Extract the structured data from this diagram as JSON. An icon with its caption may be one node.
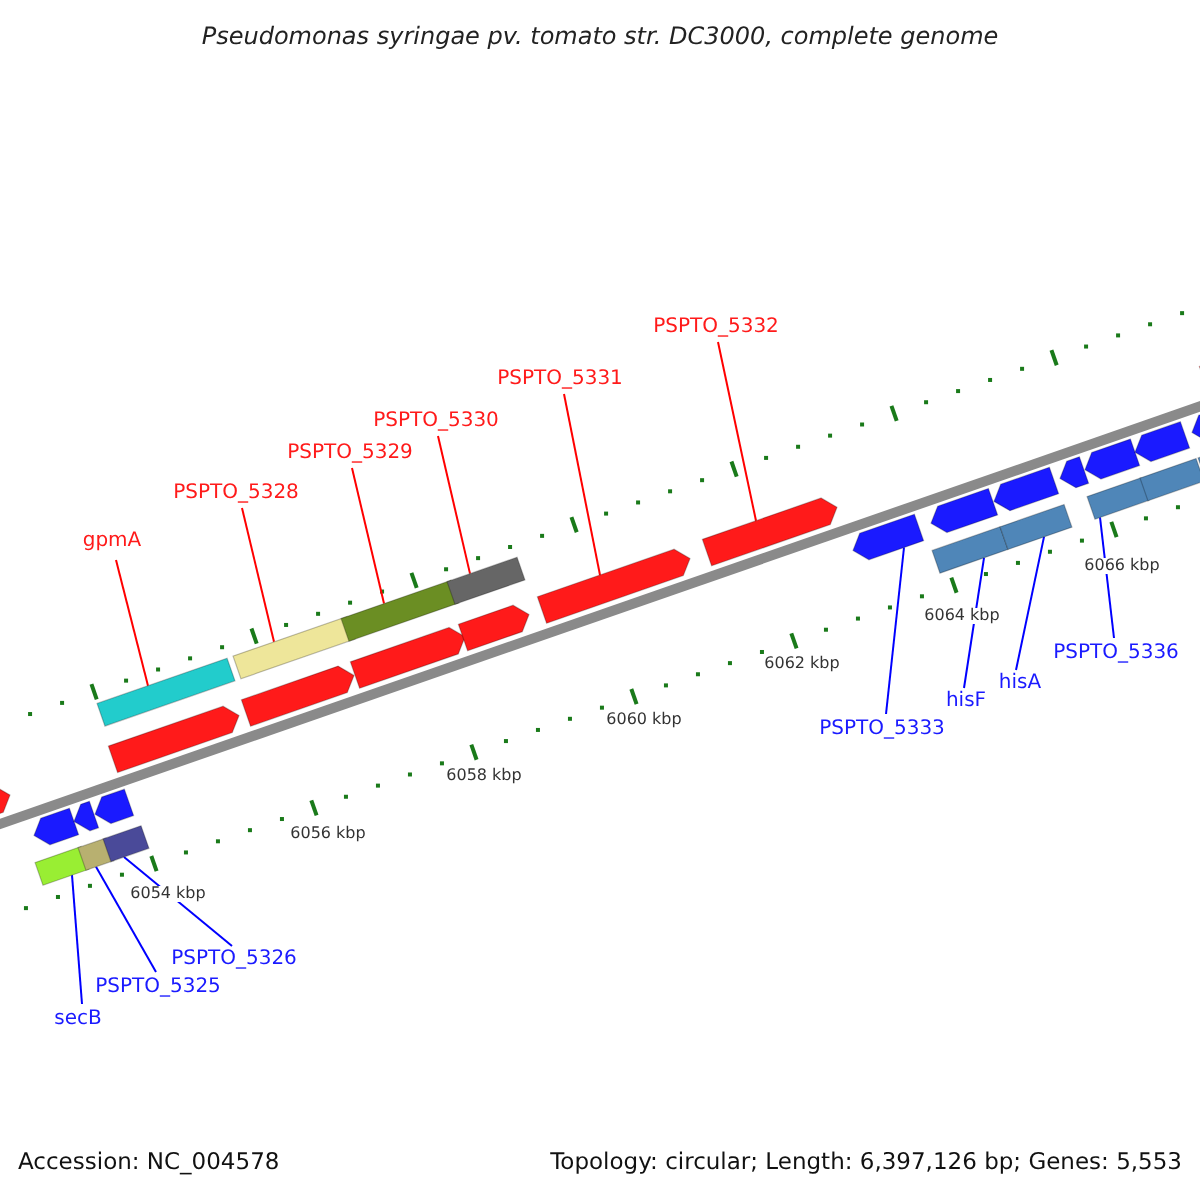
{
  "diagram": {
    "title": "Pseudomonas syringae pv. tomato str. DC3000, complete genome",
    "nodes": [
      {
        "text": [
          "gpmA"
        ]
      },
      {
        "text": [],
        "shape": "bar"
      },
      {
        "text": [
          "PSPTO_5328"
        ]
      },
      {
        "text": [],
        "shape": "bar"
      },
      {
        "text": [
          "PSPTO_5329"
        ]
      },
      {
        "text": [],
        "shape": "bar"
      },
      {
        "text": [
          "PSPTO_5330"
        ]
      },
      {
        "text": [],
        "shape": "bar"
      },
      {
        "text": [
          "PSPTO_5331"
        ]
      },
      {
        "text": [],
        "shape": "pentagon"
      },
      {
        "text": [
          "PSPTO_5332"
        ]
      },
      {
        "text": [],
        "shape": "pentagon"
      },
      {
        "text": [
          "PSPTO_5333"
        ]
      },
      {
        "text": [],
        "shape": "pentagon"
      },
      {
        "text": [
          "hisF"
        ]
      },
      {
        "text": [],
        "shape": "bar"
      },
      {
        "text": [
          "hisA"
        ]
      },
      {
        "text": [],
        "shape": "bar"
      },
      {
        "text": [
          "PSPTO_5336"
        ]
      },
      {
        "text": [],
        "shape": "bar"
      },
      {
        "text": [
          "secB"
        ]
      },
      {
        "text": [],
        "shape": "bar"
      },
      {
        "text": [
          "PSPTO_5325"
        ]
      },
      {
        "text": [],
        "shape": "bar"
      },
      {
        "text": [
          "PSPTO_5326"
        ]
      },
      {
        "text": [],
        "shape": "bar"
      },
      {
        "text": [],
        "shape": "pentagon"
      },
      {
        "text": [],
        "shape": "pentagon"
      },
      {
        "text": [],
        "shape": "pentagon"
      },
      {
        "text": [],
        "shape": "pentagon"
      },
      {
        "text": [],
        "shape": "pentagon"
      },
      {
        "text": [],
        "shape": "pentagon"
      },
      {
        "text": [],
        "shape": "pentagon"
      },
      {
        "text": [],
        "shape": "pentagon"
      },
      {
        "text": [],
        "shape": "pentagon"
      },
      {
        "text": [],
        "shape": "pentagon"
      },
      {
        "text": [],
        "shape": "pentagon"
      },
      {
        "text": [],
        "shape": "pentagon"
      },
      {
        "text": [],
        "shape": "pentagon"
      },
      {
        "text": [],
        "shape": "pentagon"
      },
      {
        "text": [],
        "shape": "pentagon"
      },
      {
        "text": [],
        "shape": "bar"
      },
      {
        "text": [],
        "shape": "bar"
      }
    ],
    "edges": [
      {
        "from": 0,
        "to": 1,
        "arrow": "none",
        "color": "#ff0000"
      },
      {
        "from": 2,
        "to": 3,
        "arrow": "none",
        "color": "#ff0000"
      },
      {
        "from": 4,
        "to": 5,
        "arrow": "none",
        "color": "#ff0000"
      },
      {
        "from": 6,
        "to": 7,
        "arrow": "none",
        "color": "#ff0000"
      },
      {
        "from": 8,
        "to": 9,
        "arrow": "none",
        "color": "#ff0000"
      },
      {
        "from": 10,
        "to": 11,
        "arrow": "none",
        "color": "#ff0000"
      },
      {
        "from": 12,
        "to": 13,
        "arrow": "none"
      },
      {
        "from": 14,
        "to": 15,
        "arrow": "none"
      },
      {
        "from": 16,
        "to": 17,
        "arrow": "none"
      },
      {
        "from": 18,
        "to": 19,
        "arrow": "none"
      },
      {
        "from": 20,
        "to": 21,
        "arrow": "none"
      },
      {
        "from": 22,
        "to": 23,
        "arrow": "none"
      },
      {
        "from": 24,
        "to": 25,
        "arrow": "none"
      }
    ],
    "labels": [
      "6054 kbp",
      "6056 kbp",
      "6058 kbp",
      "6060 kbp",
      "6062 kbp",
      "6064 kbp",
      "6066 kbp",
      "Accession: NC_004578",
      "Topology: circular; Length: 6,397,126 bp; Genes: 5,553"
    ]
  }
}
